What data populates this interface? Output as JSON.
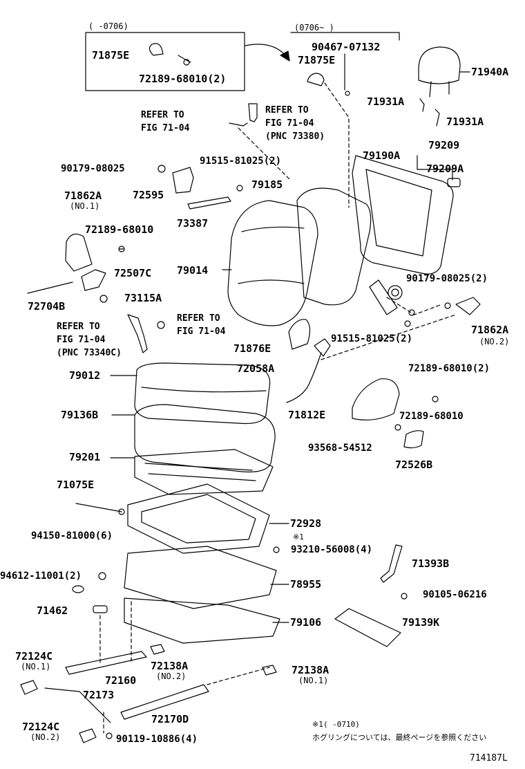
{
  "ranges": {
    "early": "(    -0706)",
    "late": "(0706~    )"
  },
  "parts": {
    "p71875E_a": "71875E",
    "p72189_68010_2a": "72189-68010(2)",
    "p90467_07132": "90467-07132",
    "p71875E_b": "71875E",
    "p71940A": "71940A",
    "p71931A_a": "71931A",
    "p71931A_b": "71931A",
    "p79209": "79209",
    "p79209A": "79209A",
    "p79190A": "79190A",
    "p91515_81025_2a": "91515-81025(2)",
    "p90179_08025": "90179-08025",
    "p79185": "79185",
    "p71862A_a": "71862A",
    "p72595": "72595",
    "p73387": "73387",
    "p72189_68010_a": "72189-68010",
    "p79014": "79014",
    "p72507C": "72507C",
    "p90179_08025_2": "90179-08025(2)",
    "p73115A": "73115A",
    "p72704B": "72704B",
    "p71862A_b": "71862A",
    "p71876E": "71876E",
    "p91515_81025_2b": "91515-81025(2)",
    "p72058A": "72058A",
    "p72189_68010_2b": "72189-68010(2)",
    "p79012": "79012",
    "p79136B": "79136B",
    "p71812E": "71812E",
    "p72189_68010_b": "72189-68010",
    "p93568_54512": "93568-54512",
    "p72526B": "72526B",
    "p79201": "79201",
    "p71075E": "71075E",
    "p72928": "72928",
    "p94150_81000_6": "94150-81000(6)",
    "p93210_56008_4": "93210-56008(4)",
    "p71393B": "71393B",
    "p94612_11001_2": "94612-11001(2)",
    "p78955": "78955",
    "p90105_06216": "90105-06216",
    "p71462": "71462",
    "p79106": "79106",
    "p79139K": "79139K",
    "p72124C_a": "72124C",
    "p72160": "72160",
    "p72138A_a": "72138A",
    "p72138A_b": "72138A",
    "p72173": "72173",
    "p72170D": "72170D",
    "p72124C_b": "72124C",
    "p90119_10886_4": "90119-10886(4)"
  },
  "subnotes": {
    "no1_a": "(NO.1)",
    "no2_a": "(NO.2)",
    "no1_b": "(NO.1)",
    "no2_b": "(NO.2)",
    "no1_c": "(NO.1)",
    "no2_c": "(NO.2)"
  },
  "refs": {
    "r1_l1": "REFER TO",
    "r1_l2": "FIG 71-04",
    "r2_l1": "REFER TO",
    "r2_l2": "FIG 71-04",
    "r2_l3": "(PNC 73380)",
    "r3_l1": "REFER TO",
    "r3_l2": "FIG 71-04",
    "r3_l3": "(PNC 73340C)",
    "r4_l1": "REFER TO",
    "r4_l2": "FIG 71-04"
  },
  "footnote": {
    "mark1": "※1",
    "range": "※1(   -0710)",
    "japanese": "ホグリングについては、最終ページを参照ください"
  },
  "figure_id": "714187L"
}
